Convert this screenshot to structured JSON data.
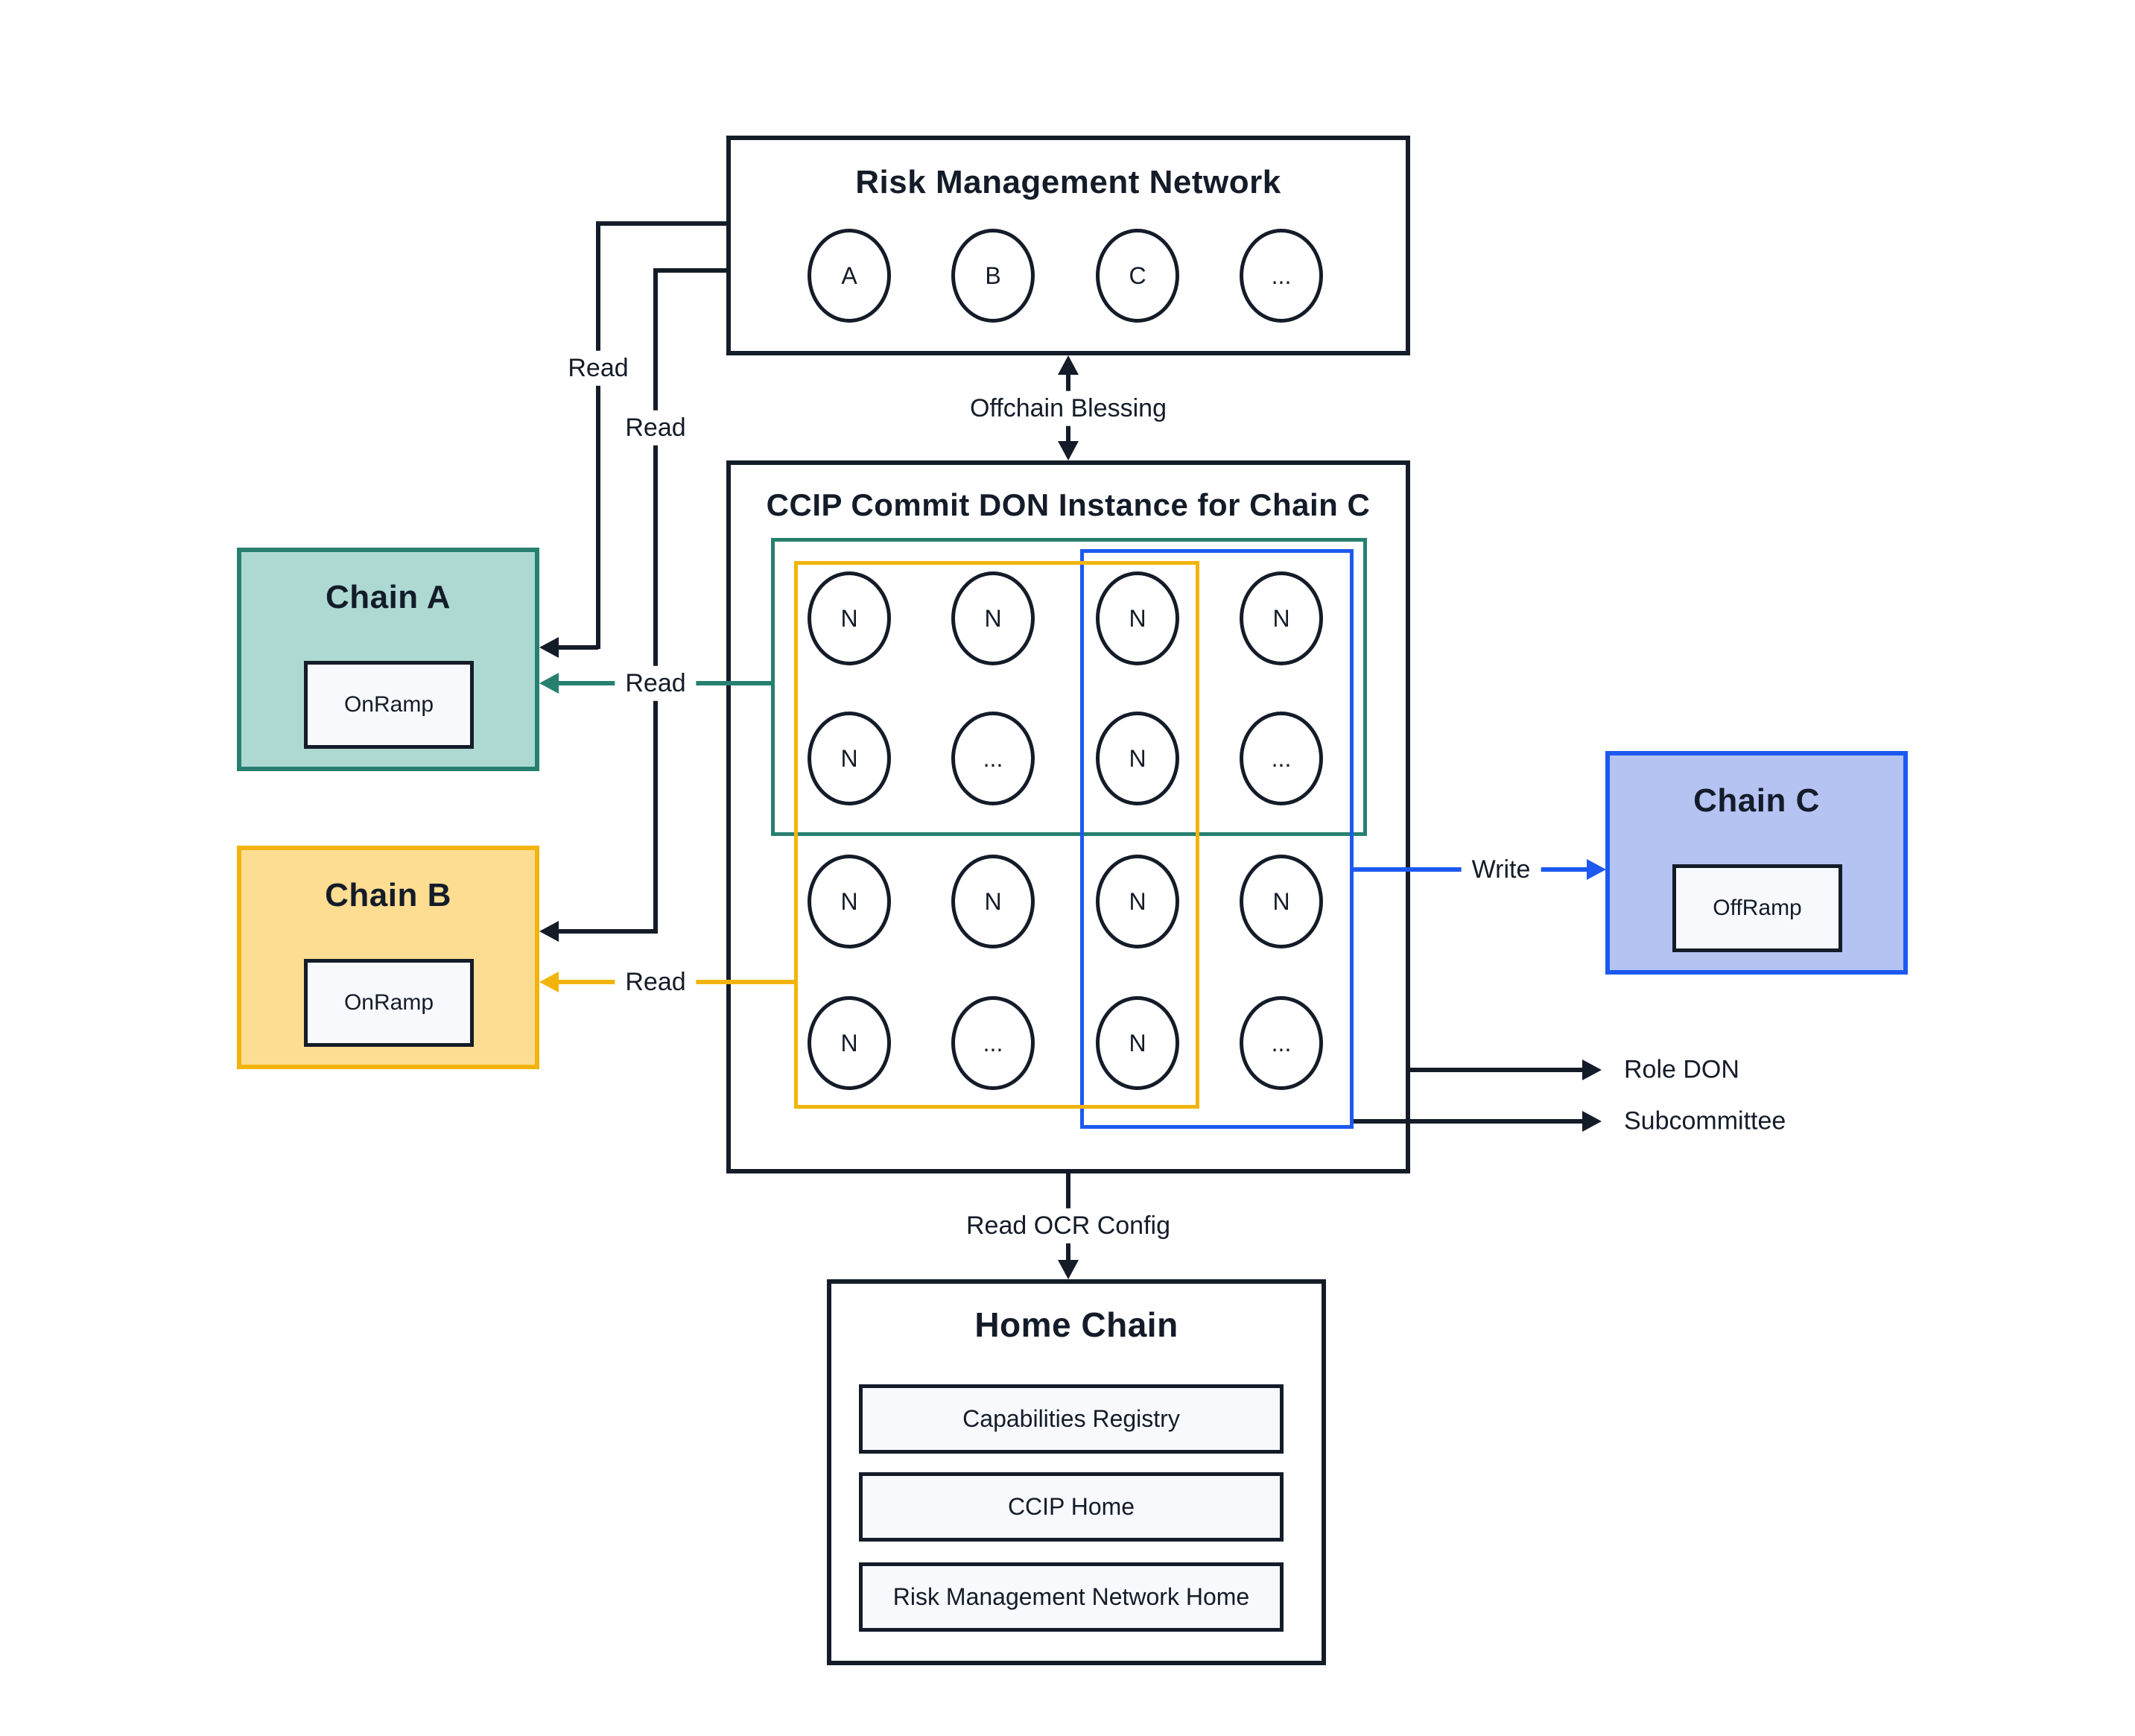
{
  "colors": {
    "navy": "#141c29",
    "teal": "#27806f",
    "teal-fill": "#aed9d3",
    "yellow": "#f2b40c",
    "yellow-fill": "#fcdd92",
    "blue": "#1d59f0",
    "blue-fill": "#b5c3f3",
    "panel": "#f7f9fd",
    "bg": "#ffffff"
  },
  "rmn": {
    "title": "Risk Management Network",
    "nodes": [
      "A",
      "B",
      "C",
      "..."
    ]
  },
  "ccip": {
    "title": "CCIP Commit DON Instance for Chain C",
    "grid": [
      [
        "N",
        "N",
        "N",
        "N"
      ],
      [
        "N",
        "...",
        "N",
        "..."
      ],
      [
        "N",
        "N",
        "N",
        "N"
      ],
      [
        "N",
        "...",
        "N",
        "..."
      ]
    ]
  },
  "chain_a": {
    "title": "Chain A",
    "contract": "OnRamp"
  },
  "chain_b": {
    "title": "Chain B",
    "contract": "OnRamp"
  },
  "chain_c": {
    "title": "Chain C",
    "contract": "OffRamp"
  },
  "home": {
    "title": "Home Chain",
    "contracts": [
      "Capabilities Registry",
      "CCIP Home",
      "Risk Management Network Home"
    ]
  },
  "arrows": {
    "offchain_blessing": "Offchain Blessing",
    "read_rmn_to_a": "Read",
    "read_rmn_to_b": "Read",
    "read_don_to_a": "Read",
    "read_don_to_b": "Read",
    "write": "Write",
    "role_don": "Role DON",
    "subcommittee": "Subcommittee",
    "read_ocr": "Read OCR Config"
  }
}
